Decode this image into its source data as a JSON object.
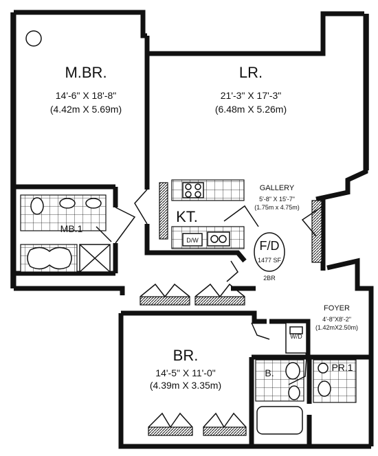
{
  "rooms": {
    "master_bedroom": {
      "name": "M.BR.",
      "dim_imperial": "14'-6\" X 18'-8\"",
      "dim_metric": "(4.42m X 5.69m)"
    },
    "living_room": {
      "name": "LR.",
      "dim_imperial": "21'-3\" X 17'-3\"",
      "dim_metric": "(6.48m X 5.26m)"
    },
    "gallery": {
      "name": "GALLERY",
      "dim_imperial": "5'-8\" X 15'-7\"",
      "dim_metric": "(1.75m x 4.75m)"
    },
    "kitchen": {
      "name": "KT."
    },
    "master_bath": {
      "name": "MB.1"
    },
    "bedroom": {
      "name": "BR.",
      "dim_imperial": "14'-5\" X 11'-0\"",
      "dim_metric": "(4.39m X 3.35m)"
    },
    "foyer": {
      "name": "FOYER",
      "dim_imperial": "4'-8\"X8'-2\"",
      "dim_metric": "(1.42mX2.50m)"
    },
    "powder_room": {
      "name": "PR.1"
    },
    "bath": {
      "name": "B."
    }
  },
  "labels": {
    "dishwasher": "D/W",
    "washer_dryer": "W/D"
  },
  "unit": {
    "code": "F/D",
    "area": "1477 SF",
    "type": "2BR"
  }
}
